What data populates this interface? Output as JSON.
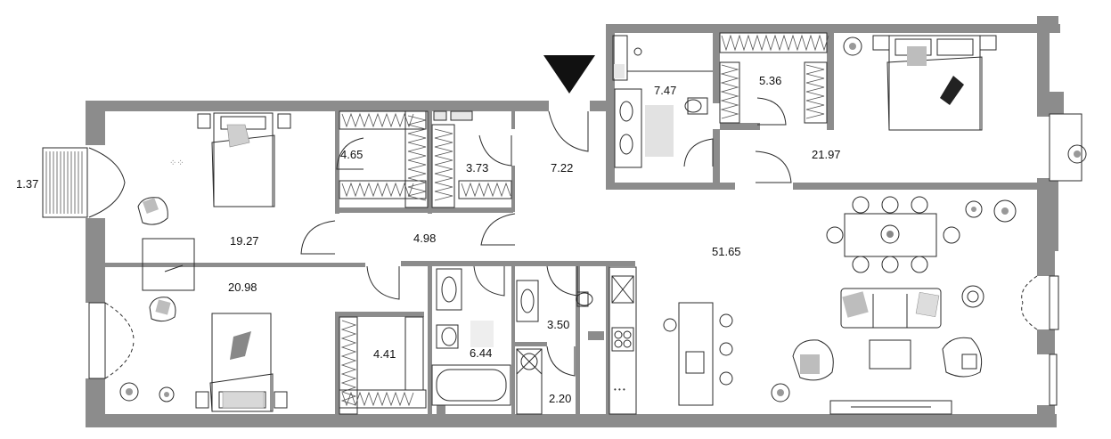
{
  "areas": {
    "balcony": "1.37",
    "bedroom_left_top": "19.27",
    "bedroom_left_bottom": "20.98",
    "wardrobe_a": "4.65",
    "wardrobe_b": "3.73",
    "hall_entry": "7.22",
    "hall_mid": "4.98",
    "wardrobe_c": "4.41",
    "bathroom_a": "6.44",
    "wc": "3.50",
    "laundry": "2.20",
    "bathroom_b": "7.47",
    "wardrobe_d": "5.36",
    "bedroom_master": "21.97",
    "living_kitchen": "51.65"
  },
  "colors": {
    "wall": "#8c8c8c",
    "line": "#2b2b2b",
    "accent_fill": "#bdbdbd",
    "entrance_marker": "#111111"
  },
  "icons": {
    "entrance": "entrance-arrow-icon",
    "plant": "plant-icon",
    "bed": "bed-icon",
    "chair": "chair-icon",
    "sofa": "sofa-icon",
    "bathtub": "bathtub-icon",
    "toilet": "toilet-icon",
    "sink": "sink-icon",
    "stove": "stove-icon",
    "washer": "washer-icon"
  }
}
